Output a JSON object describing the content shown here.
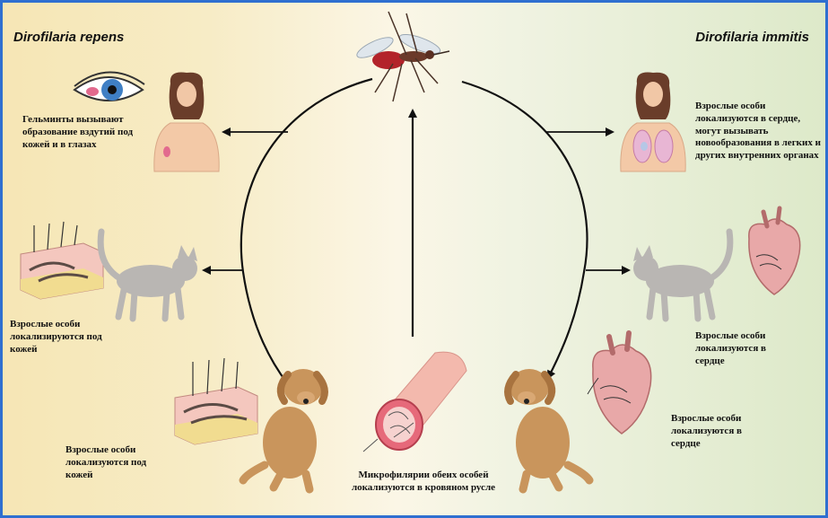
{
  "titles": {
    "left": "Dirofilaria repens",
    "right": "Dirofilaria immitis"
  },
  "labels": {
    "repens_human": "Гельминты вызывают образование вздутий под кожей и в глазах",
    "repens_cat": "Взрослые особи локализируются под кожей",
    "repens_dog": "Взрослые особи локализуются под кожей",
    "center_vessel": "Микрофилярии обеих особей локализуются в кровяном русле",
    "immitis_human": "Взрослые особи локализуются в сердце, могут вызывать новообразования в легких и других внутренних органах",
    "immitis_cat": "Взрослые особи локализуются в сердце",
    "immitis_dog": "Взрослые особи локализуются в сердце"
  },
  "colors": {
    "border": "#2f6fd0",
    "dog": "#c9955c",
    "cat": "#b9b6b3",
    "skin": "#f3c9a7",
    "heart": "#e8a8a8",
    "vessel": "#f3b9ad"
  }
}
